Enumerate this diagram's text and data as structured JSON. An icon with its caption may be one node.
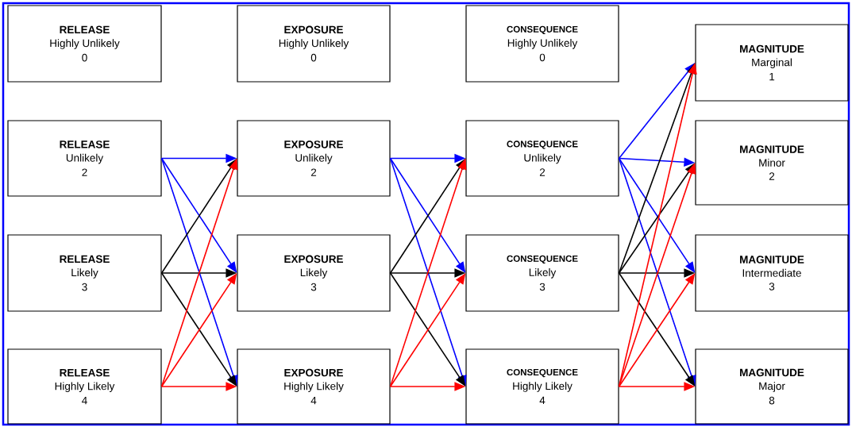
{
  "diagram": {
    "nodes": [
      {
        "text": [
          "RELEASE",
          "Highly Unlikely",
          "0"
        ]
      },
      {
        "text": [
          "EXPOSURE",
          "Highly Unlikely",
          "0"
        ]
      },
      {
        "text": [
          "CONSEQUENCE",
          "Highly Unlikely",
          "0"
        ]
      },
      {
        "text": [
          "MAGNITUDE",
          "Marginal",
          "1"
        ]
      },
      {
        "text": [
          "RELEASE",
          "Unlikely",
          "2"
        ]
      },
      {
        "text": [
          "EXPOSURE",
          "Unlikely",
          "2"
        ]
      },
      {
        "text": [
          "CONSEQUENCE",
          "Unlikely",
          "2"
        ]
      },
      {
        "text": [
          "MAGNITUDE",
          "Minor",
          "2"
        ]
      },
      {
        "text": [
          "RELEASE",
          "Likely",
          "3"
        ]
      },
      {
        "text": [
          "EXPOSURE",
          "Likely",
          "3"
        ]
      },
      {
        "text": [
          "CONSEQUENCE",
          "Likely",
          "3"
        ]
      },
      {
        "text": [
          "MAGNITUDE",
          "Intermediate",
          "3"
        ]
      },
      {
        "text": [
          "RELEASE",
          "Highly Likely",
          "4"
        ]
      },
      {
        "text": [
          "EXPOSURE",
          "Highly Likely",
          "4"
        ]
      },
      {
        "text": [
          "CONSEQUENCE",
          "Highly Likely",
          "4"
        ]
      },
      {
        "text": [
          "MAGNITUDE",
          "Major",
          "8"
        ]
      }
    ],
    "edges": [
      {
        "from": 4,
        "to": 5,
        "arrow": "to",
        "color": "#0000ff"
      },
      {
        "from": 4,
        "to": 9,
        "arrow": "to",
        "color": "#0000ff"
      },
      {
        "from": 4,
        "to": 13,
        "arrow": "to",
        "color": "#0000ff"
      },
      {
        "from": 8,
        "to": 5,
        "arrow": "to",
        "color": "#000000"
      },
      {
        "from": 8,
        "to": 9,
        "arrow": "to",
        "color": "#000000"
      },
      {
        "from": 8,
        "to": 13,
        "arrow": "to",
        "color": "#000000"
      },
      {
        "from": 12,
        "to": 5,
        "arrow": "to",
        "color": "#ff0000"
      },
      {
        "from": 12,
        "to": 9,
        "arrow": "to",
        "color": "#ff0000"
      },
      {
        "from": 12,
        "to": 13,
        "arrow": "to",
        "color": "#ff0000"
      },
      {
        "from": 5,
        "to": 6,
        "arrow": "to",
        "color": "#0000ff"
      },
      {
        "from": 5,
        "to": 10,
        "arrow": "to",
        "color": "#0000ff"
      },
      {
        "from": 5,
        "to": 14,
        "arrow": "to",
        "color": "#0000ff"
      },
      {
        "from": 9,
        "to": 6,
        "arrow": "to",
        "color": "#000000"
      },
      {
        "from": 9,
        "to": 10,
        "arrow": "to",
        "color": "#000000"
      },
      {
        "from": 9,
        "to": 14,
        "arrow": "to",
        "color": "#000000"
      },
      {
        "from": 13,
        "to": 6,
        "arrow": "to",
        "color": "#ff0000"
      },
      {
        "from": 13,
        "to": 10,
        "arrow": "to",
        "color": "#ff0000"
      },
      {
        "from": 13,
        "to": 14,
        "arrow": "to",
        "color": "#ff0000"
      },
      {
        "from": 6,
        "to": 3,
        "arrow": "to",
        "color": "#0000ff"
      },
      {
        "from": 6,
        "to": 7,
        "arrow": "to",
        "color": "#0000ff"
      },
      {
        "from": 6,
        "to": 11,
        "arrow": "to",
        "color": "#0000ff"
      },
      {
        "from": 6,
        "to": 15,
        "arrow": "to",
        "color": "#0000ff"
      },
      {
        "from": 10,
        "to": 3,
        "arrow": "to",
        "color": "#000000"
      },
      {
        "from": 10,
        "to": 7,
        "arrow": "to",
        "color": "#000000"
      },
      {
        "from": 10,
        "to": 11,
        "arrow": "to",
        "color": "#000000"
      },
      {
        "from": 10,
        "to": 15,
        "arrow": "to",
        "color": "#000000"
      },
      {
        "from": 14,
        "to": 3,
        "arrow": "to",
        "color": "#ff0000"
      },
      {
        "from": 14,
        "to": 7,
        "arrow": "to",
        "color": "#ff0000"
      },
      {
        "from": 14,
        "to": 11,
        "arrow": "to",
        "color": "#ff0000"
      },
      {
        "from": 14,
        "to": 15,
        "arrow": "to",
        "color": "#ff0000"
      }
    ]
  }
}
